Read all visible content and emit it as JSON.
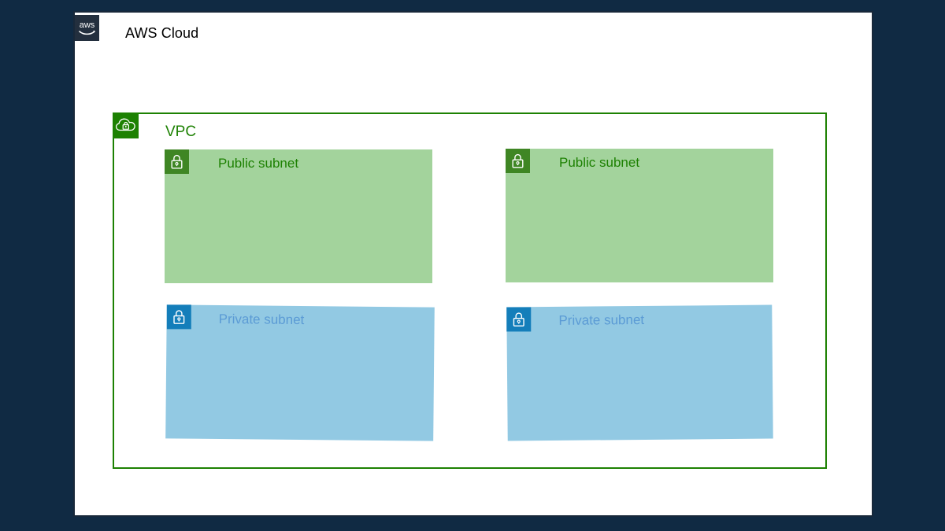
{
  "background": {
    "color": "#102a43"
  },
  "canvas": {
    "name": "AWS Cloud",
    "label": "AWS Cloud",
    "border_color": "#18283a",
    "fill": "#ffffff",
    "logo_icon": "aws-logo-icon",
    "logo_background": "#232f3e"
  },
  "vpc": {
    "label": "VPC",
    "icon": "vpc-cloud-lock-icon",
    "border_color": "#1d8102",
    "label_color": "#1d8102",
    "icon_background": "#1d8102"
  },
  "subnets": [
    {
      "id": "public-a",
      "label": "Public subnet",
      "type": "public",
      "icon": "lock-icon",
      "fill": "#a3d39c",
      "icon_background": "#3f8624",
      "label_color": "#1d8102"
    },
    {
      "id": "public-b",
      "label": "Public subnet",
      "type": "public",
      "icon": "lock-icon",
      "fill": "#a3d39c",
      "icon_background": "#3f8624",
      "label_color": "#1d8102"
    },
    {
      "id": "private-a",
      "label": "Private subnet",
      "type": "private",
      "icon": "lock-icon",
      "fill": "#92c9e3",
      "icon_background": "#147eba",
      "label_color": "#5b9bd5"
    },
    {
      "id": "private-b",
      "label": "Private subnet",
      "type": "private",
      "icon": "lock-icon",
      "fill": "#92c9e3",
      "icon_background": "#147eba",
      "label_color": "#5b9bd5"
    }
  ]
}
